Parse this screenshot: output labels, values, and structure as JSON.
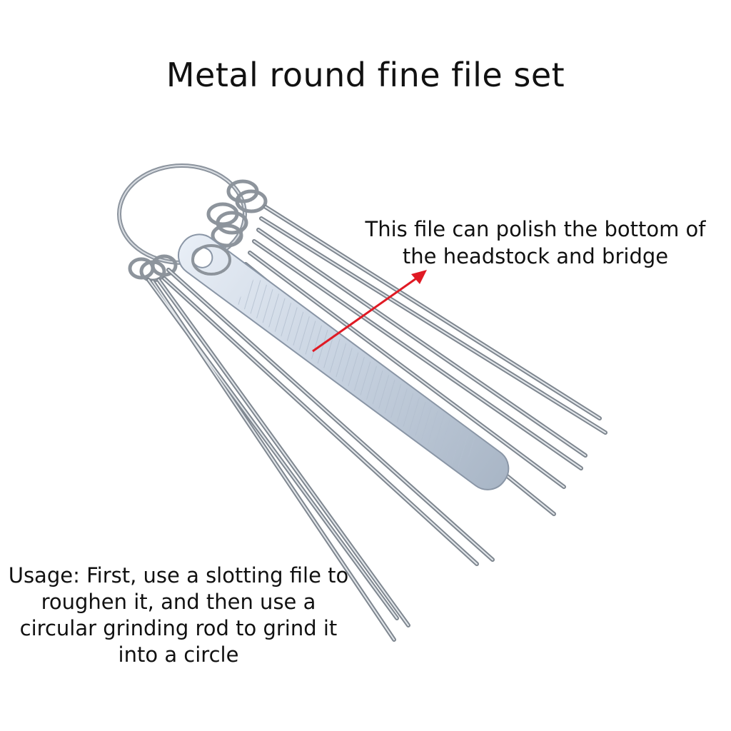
{
  "title": "Metal round fine file set",
  "callout_top": "This file can polish the bottom of the headstock and bridge",
  "callout_bottom": "Usage: First, use a slotting file to roughen it, and then use a circular grinding rod to grind it into a circle",
  "colors": {
    "background": "#ffffff",
    "arrow": "#e01a24",
    "steel": "#9aa3ad",
    "flat_file": "#c9d3e0"
  },
  "illustration": "metal-round-fine-file-set"
}
